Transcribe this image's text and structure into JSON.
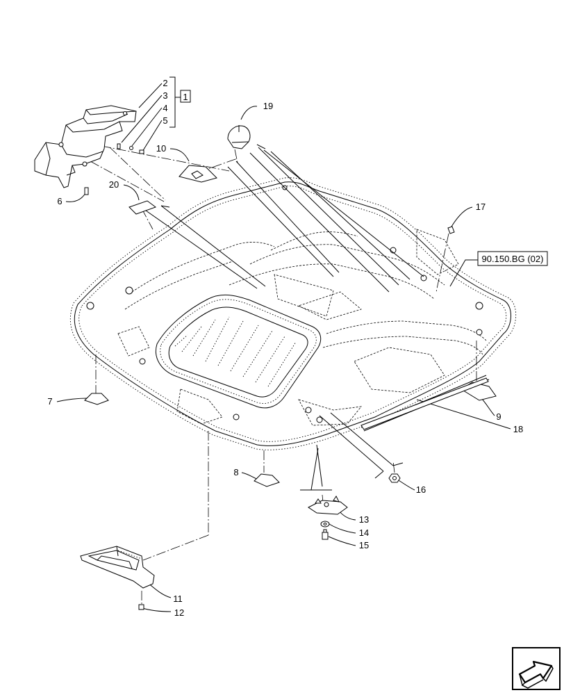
{
  "callouts": {
    "c1": "1",
    "c2": "2",
    "c3": "3",
    "c4": "4",
    "c5": "5",
    "c6": "6",
    "c7": "7",
    "c8": "8",
    "c9": "9",
    "c10": "10",
    "c11": "11",
    "c12": "12",
    "c13": "13",
    "c14": "14",
    "c15": "15",
    "c16": "16",
    "c17": "17",
    "c18": "18",
    "c19": "19",
    "c20": "20"
  },
  "reference_box": "90.150.BG (02)",
  "icons": {
    "nav": "next-page-arrow-icon"
  }
}
